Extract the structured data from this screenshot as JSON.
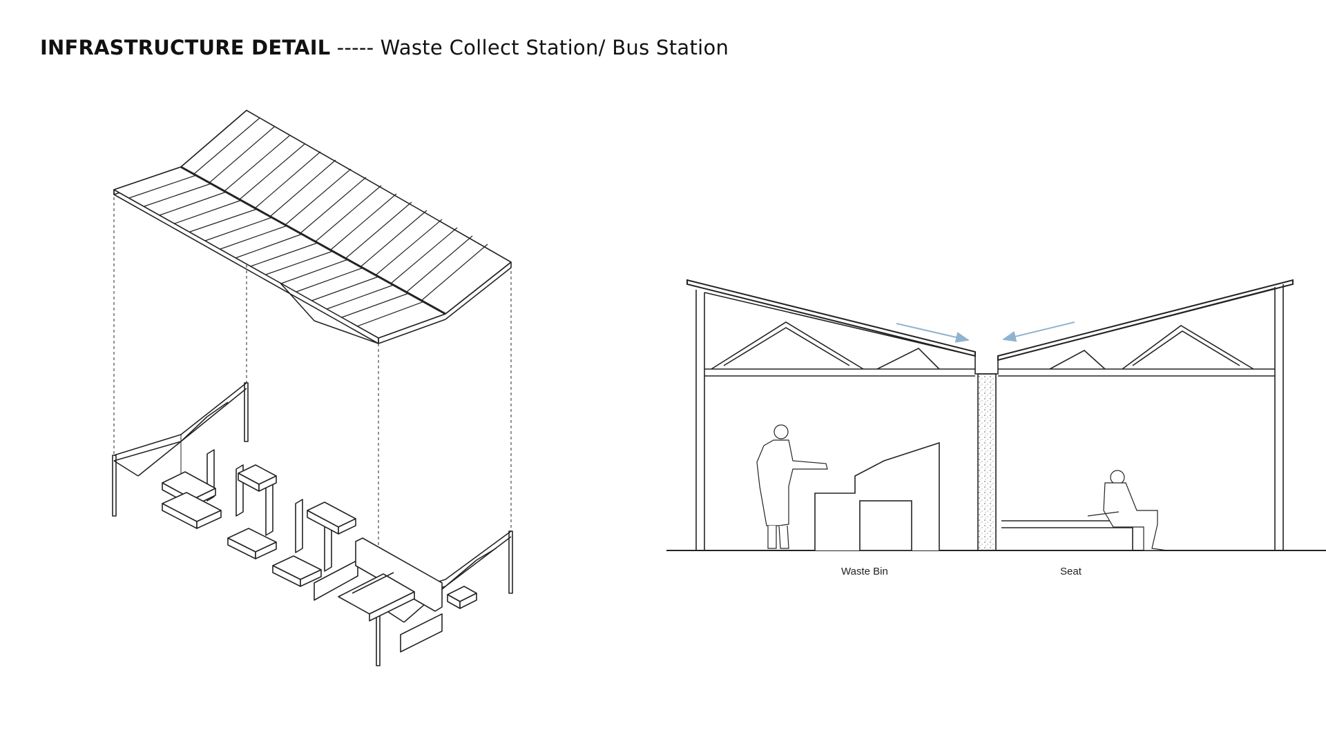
{
  "header": {
    "title_bold": "INFRASTRUCTURE DETAIL",
    "title_separator": "-----",
    "title_rest": "Waste Collect Station/ Bus Station"
  },
  "section": {
    "labels": {
      "waste_bin": "Waste Bin",
      "seat": "Seat"
    }
  },
  "colors": {
    "line": "#222222",
    "arrow": "#8fb3cf",
    "background": "#ffffff"
  }
}
